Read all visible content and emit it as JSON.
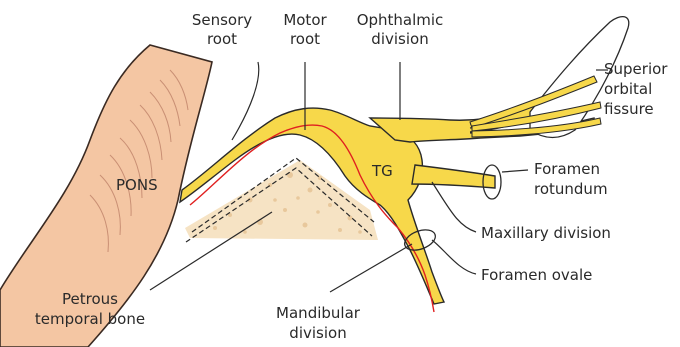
{
  "diagram": {
    "labels": {
      "pons": "PONS",
      "tg": "TG",
      "sensory_root_1": "Sensory",
      "sensory_root_2": "root",
      "motor_root_1": "Motor",
      "motor_root_2": "root",
      "ophthalmic_1": "Ophthalmic",
      "ophthalmic_2": "division",
      "superior_1": "Superior",
      "superior_2": "orbital",
      "superior_3": "fissure",
      "foramen_rotundum_1": "Foramen",
      "foramen_rotundum_2": "rotundum",
      "maxillary": "Maxillary division",
      "foramen_ovale": "Foramen ovale",
      "petrous_1": "Petrous",
      "petrous_2": "temporal bone",
      "mandibular_1": "Mandibular",
      "mandibular_2": "division"
    },
    "colors": {
      "pons_fill": "#f4c6a3",
      "pons_stroke": "#3a2a22",
      "nerve_fill": "#f7d84a",
      "nerve_stroke": "#2a2a2a",
      "motor_root": "#e02020",
      "bone_fill": "#f6e3c4",
      "bone_specks": "#e8c89c",
      "leader": "#2a2a2a"
    }
  }
}
